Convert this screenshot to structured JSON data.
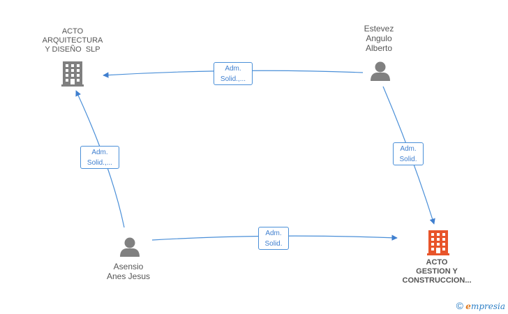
{
  "nodes": {
    "acto_arquitectura": {
      "lines": [
        "ACTO",
        "ARQUITECTURA",
        "Y DISEÑO  SLP"
      ],
      "icon": "building-icon",
      "color": "#808080"
    },
    "estevez": {
      "lines": [
        "Estevez",
        "Angulo",
        "Alberto"
      ],
      "icon": "person-icon",
      "color": "#808080"
    },
    "asensio": {
      "lines": [
        "Asensio",
        "Anes Jesus"
      ],
      "icon": "person-icon",
      "color": "#808080"
    },
    "acto_gestion": {
      "lines": [
        "ACTO",
        "GESTION Y",
        "CONSTRUCCION..."
      ],
      "icon": "building-icon",
      "color": "#e8542a"
    }
  },
  "edges": {
    "estevez_to_arquitectura": [
      "Adm.",
      "Solid.,..."
    ],
    "asensio_to_arquitectura": [
      "Adm.",
      "Solid.,..."
    ],
    "estevez_to_gestion": [
      "Adm.",
      "Solid."
    ],
    "asensio_to_gestion": [
      "Adm.",
      "Solid."
    ]
  },
  "colors": {
    "edge": "#4a8fd8",
    "text": "#555555"
  },
  "brand": {
    "copyright": "©",
    "initial": "e",
    "rest": "mpresia"
  }
}
